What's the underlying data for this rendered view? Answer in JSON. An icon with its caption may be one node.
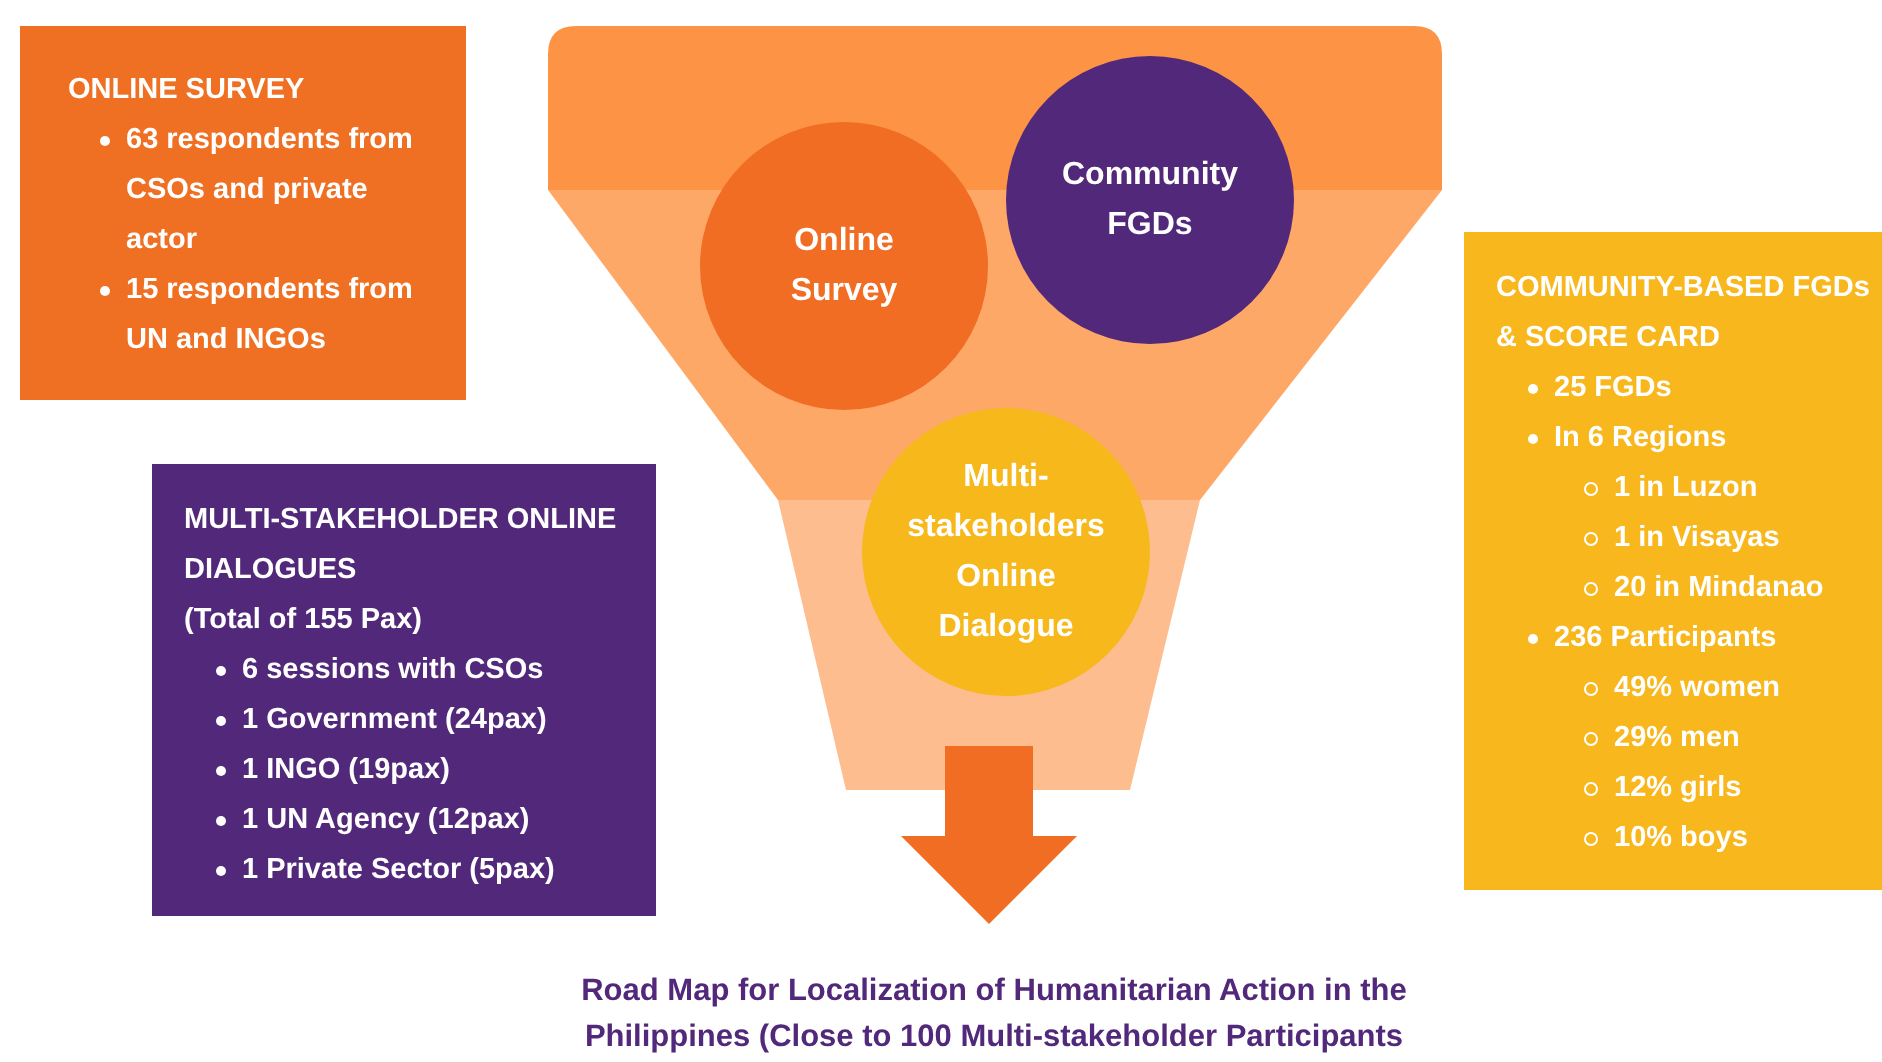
{
  "diagram": {
    "nodes": [
      {
        "text": [
          "ONLINE SURVEY",
          "63 respondents from CSOs and private actor",
          "15 respondents from UN and INGOs"
        ]
      },
      {
        "text": [],
        "shape": "funnel"
      },
      {
        "text": [
          "Community FGDs"
        ],
        "in": 1
      },
      {
        "text": [
          "Online Survey"
        ],
        "in": 1
      },
      {
        "text": [
          "Multi-stakeholders Online Dialogue"
        ],
        "in": 1
      },
      {
        "text": [
          "COMMUNITY-BASED FGDs & SCORE CARD",
          "25 FGDs",
          "In 6 Regions",
          "1 in Luzon",
          "1 in Visayas",
          "20 in Mindanao",
          "236 Participants",
          "49% women",
          "29% men",
          "12% girls",
          "10% boys"
        ]
      },
      {
        "text": [
          "MULTI-STAKEHOLDER ONLINE DIALOGUES",
          "(Total of 155 Pax)",
          "6 sessions with CSOs",
          "1 Government (24pax)",
          "1 INGO (19pax)",
          "1 UN Agency (12pax)",
          "1 Private Sector (5pax)"
        ]
      },
      {
        "text": [
          "Road Map for Localization of Humanitarian Action in the Philippines (Close to 100 Multi-stakeholder Participants"
        ]
      }
    ],
    "edges": [
      {
        "from": 1,
        "to": 7,
        "arrow": "to",
        "style": "thick",
        "color": "#f06d23"
      }
    ]
  }
}
